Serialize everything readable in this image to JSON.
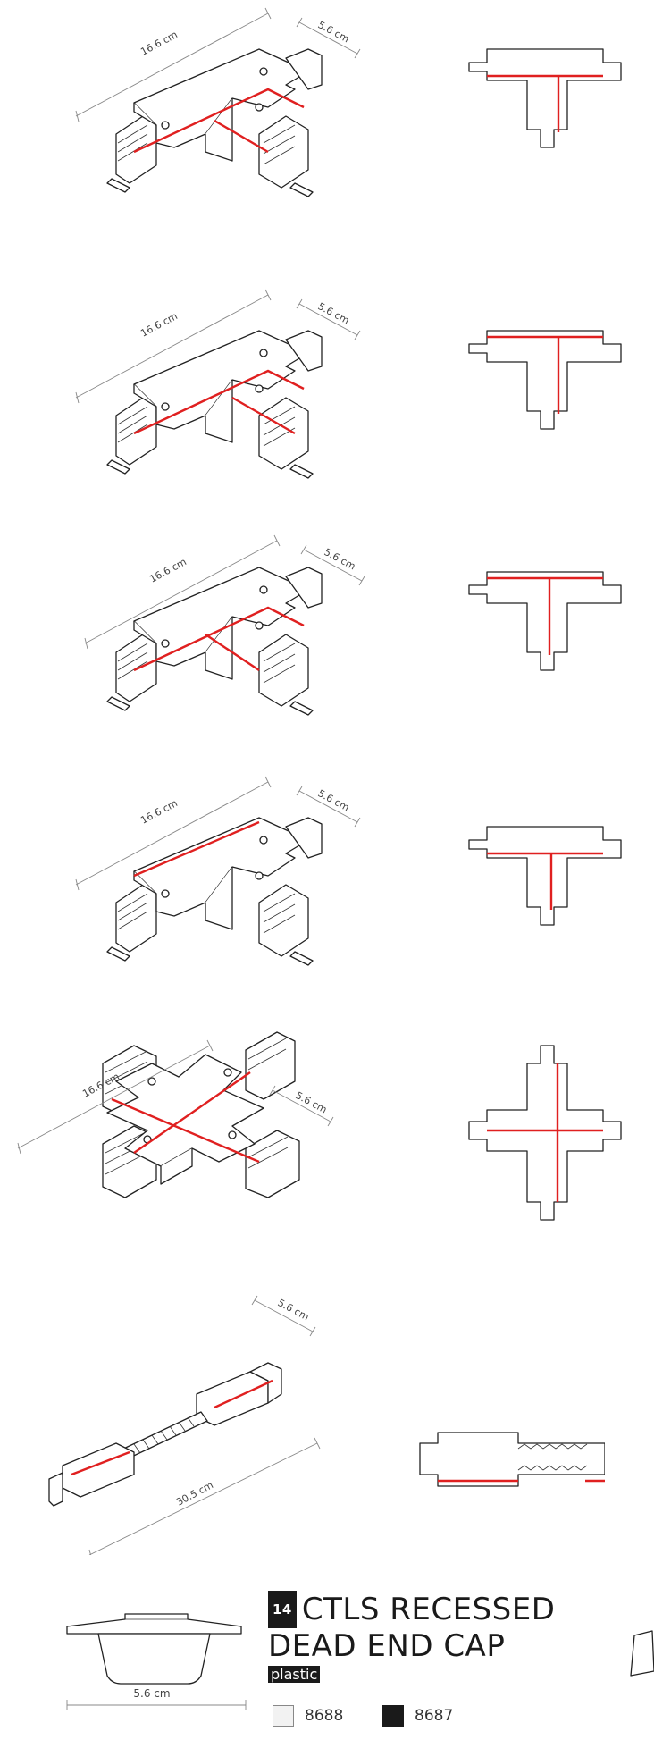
{
  "connectors": [
    {
      "id": 1,
      "length": "16.6 cm",
      "width": "5.6 cm"
    },
    {
      "id": 2,
      "length": "16.6 cm",
      "width": "5.6 cm"
    },
    {
      "id": 3,
      "length": "16.6 cm",
      "width": "5.6 cm"
    },
    {
      "id": 4,
      "length": "16.6 cm",
      "width": "5.6 cm"
    },
    {
      "id": 5,
      "length": "16.6 cm",
      "width": "5.6 cm"
    },
    {
      "id": 6,
      "length": "30.5 cm",
      "width": "5.6 cm"
    }
  ],
  "product": {
    "number": "14",
    "title_line1": "CTLS RECESSED",
    "title_line2": "DEAD END CAP",
    "material": "plastic",
    "cap_dimension": "5.6 cm",
    "variants": [
      {
        "code": "8688",
        "color": "#f2f2f2"
      },
      {
        "code": "8687",
        "color": "#1a1a1a"
      }
    ]
  },
  "colors": {
    "accent": "#e02020",
    "line": "#222222"
  }
}
